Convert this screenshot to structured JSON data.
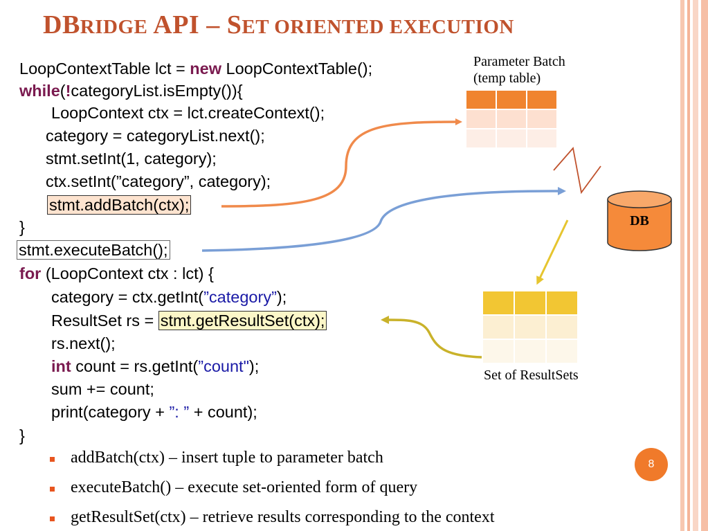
{
  "title": {
    "part1_big": "DB",
    "part1_small": "RIDGE",
    "part2": " API – ",
    "part3_big": "S",
    "part3_small": "ET ORIENTED EXECUTION"
  },
  "code": {
    "l1_a": "LoopContextTable lct = ",
    "l1_kw": "new",
    "l1_b": " LoopContextTable();",
    "l2_kw": "while",
    "l2_a": "(",
    "l2_bang": "!",
    "l2_b": "categoryList.isEmpty()){",
    "l3": "LoopContext ctx = lct.createContext();",
    "l4": "category = categoryList.next();",
    "l5": "stmt.setInt(1, category);",
    "l6": "ctx.setInt(”category”, category);",
    "l7": "stmt.addBatch(ctx);",
    "l8": "}",
    "l9": "stmt.executeBatch();",
    "l10_kw": "for",
    "l10_a": " (LoopContext ctx : lct) {",
    "l11_a": "category = ctx.getInt(",
    "l11_str": "”category”",
    "l11_b": ");",
    "l12_a": "ResultSet rs = ",
    "l12_hl": "stmt.getResultSet(ctx);",
    "l13": "rs.next();",
    "l14_kw": "int",
    "l14_a": " count = rs.getInt(",
    "l14_str": "”count\"",
    "l14_b": ");",
    "l15": "sum += count;",
    "l16_a": "print(category + ",
    "l16_str": "”: ”",
    "l16_b": " + count);",
    "l17": "}"
  },
  "labels": {
    "param_batch_1": "Parameter Batch",
    "param_batch_2": "(temp table)",
    "db": "DB",
    "resultsets": "Set of ResultSets"
  },
  "bullets": [
    "addBatch(ctx) – insert tuple to parameter batch",
    "executeBatch() – execute set-oriented form of query",
    "getResultSet(ctx) –  retrieve results corresponding to the context"
  ],
  "page_number": "8",
  "colors": {
    "title": "#c0522d",
    "keyword": "#7a1a4f",
    "string": "#1a1aa6",
    "param_header": "#f0842f",
    "param_row1": "#fde0d0",
    "param_row2": "#fdeee6",
    "result_header": "#f2c633",
    "result_row1": "#fcefd2",
    "result_row2": "#fdf7ea",
    "db_fill": "#f58a3a",
    "arrow_orange": "#f08a4b",
    "arrow_blue": "#7a9fd6",
    "arrow_yellow": "#e6c52f",
    "arrow_olive": "#c9b22a",
    "bullet": "#e8551f",
    "page_badge": "#f07a2a"
  }
}
